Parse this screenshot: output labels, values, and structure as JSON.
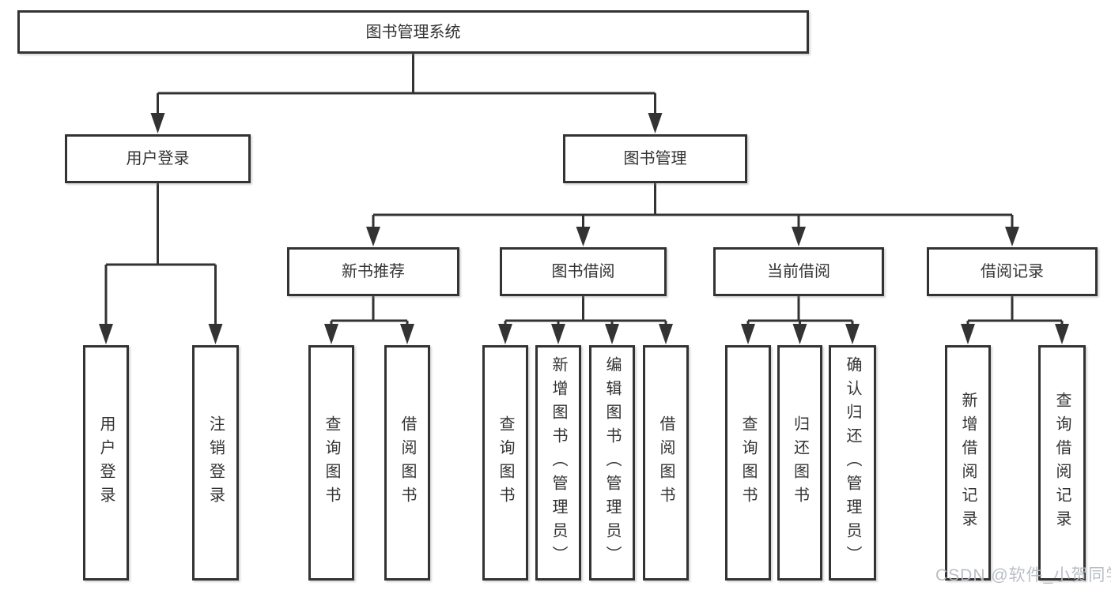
{
  "diagram": {
    "tree": {
      "label": "图书管理系统",
      "children": [
        {
          "label": "用户登录",
          "children": [
            {
              "label": "用户登录"
            },
            {
              "label": "注销登录"
            }
          ]
        },
        {
          "label": "图书管理",
          "children": [
            {
              "label": "新书推荐",
              "children": [
                {
                  "label": "查询图书"
                },
                {
                  "label": "借阅图书"
                }
              ]
            },
            {
              "label": "图书借阅",
              "children": [
                {
                  "label": "查询图书"
                },
                {
                  "label": "新增图书（管理员）"
                },
                {
                  "label": "编辑图书（管理员）"
                },
                {
                  "label": "借阅图书"
                }
              ]
            },
            {
              "label": "当前借阅",
              "children": [
                {
                  "label": "查询图书"
                },
                {
                  "label": "归还图书"
                },
                {
                  "label": "确认归还（管理员）"
                }
              ]
            },
            {
              "label": "借阅记录",
              "children": [
                {
                  "label": "新增借阅记录"
                },
                {
                  "label": "查询借阅记录"
                }
              ]
            }
          ]
        }
      ]
    },
    "watermark": "CSDN @软件_小贺同学",
    "colors": {
      "line": "#333333",
      "box_border": "#333333",
      "box_fill": "#ffffff",
      "text": "#333333",
      "watermark": "#b6bbc1",
      "background": "#ffffff"
    }
  }
}
